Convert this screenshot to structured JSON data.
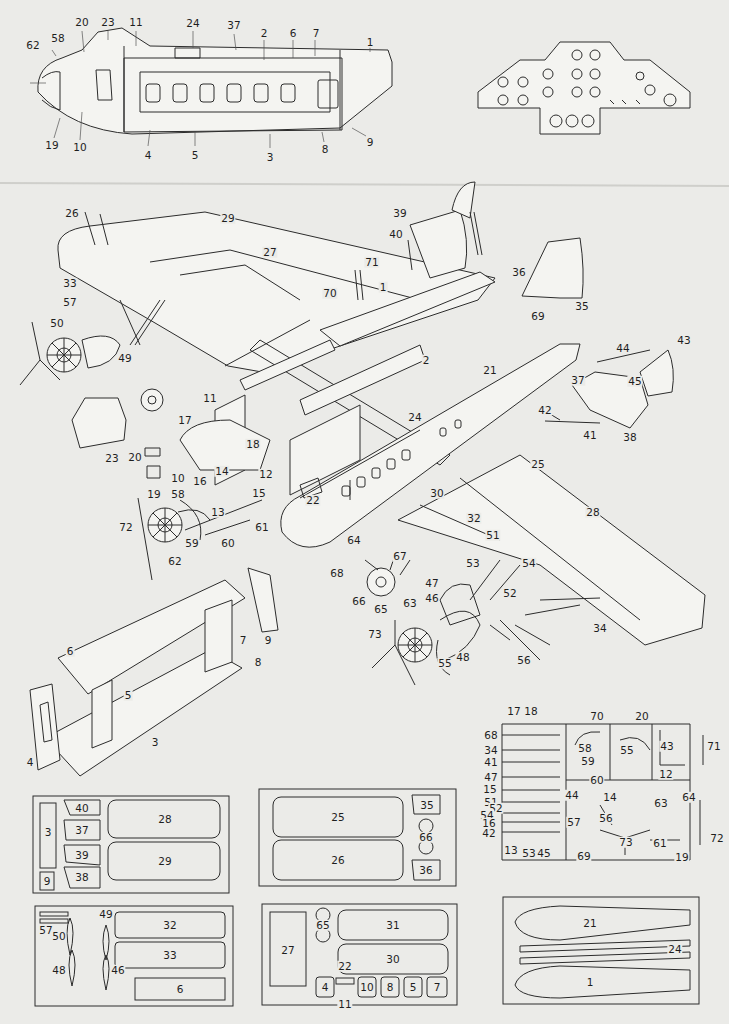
{
  "diagram": {
    "labels": [
      "62",
      "58",
      "20",
      "23",
      "11",
      "24",
      "37",
      "2",
      "6",
      "7",
      "1",
      "19",
      "10",
      "4",
      "5",
      "3",
      "8",
      "9",
      "26",
      "29",
      "39",
      "40",
      "27",
      "71",
      "36",
      "35",
      "33",
      "70",
      "1",
      "57",
      "69",
      "50",
      "43",
      "44",
      "49",
      "2",
      "21",
      "45",
      "37",
      "11",
      "24",
      "17",
      "42",
      "41",
      "38",
      "18",
      "20",
      "23",
      "12",
      "10",
      "16",
      "14",
      "13",
      "15",
      "25",
      "19",
      "58",
      "22",
      "28",
      "61",
      "30",
      "72",
      "32",
      "59",
      "60",
      "51",
      "64",
      "67",
      "54",
      "53",
      "62",
      "68",
      "47",
      "46",
      "52",
      "66",
      "65",
      "63",
      "34",
      "73",
      "48",
      "55",
      "56",
      "6",
      "7",
      "9",
      "8",
      "5",
      "3",
      "4",
      "17",
      "18",
      "70",
      "20",
      "68",
      "34",
      "58",
      "55",
      "43",
      "71",
      "41",
      "59",
      "47",
      "12",
      "60",
      "15",
      "44",
      "14",
      "64",
      "51",
      "63",
      "52",
      "57",
      "56",
      "54",
      "16",
      "42",
      "73",
      "61",
      "72",
      "13",
      "53",
      "45",
      "69",
      "19",
      "40",
      "28",
      "3",
      "37",
      "39",
      "29",
      "9",
      "38",
      "35",
      "25",
      "66",
      "26",
      "36",
      "57",
      "49",
      "32",
      "50",
      "33",
      "48",
      "46",
      "6",
      "65",
      "31",
      "27",
      "22",
      "30",
      "4",
      "10",
      "8",
      "5",
      "7",
      "11",
      "21",
      "24",
      "1"
    ]
  }
}
